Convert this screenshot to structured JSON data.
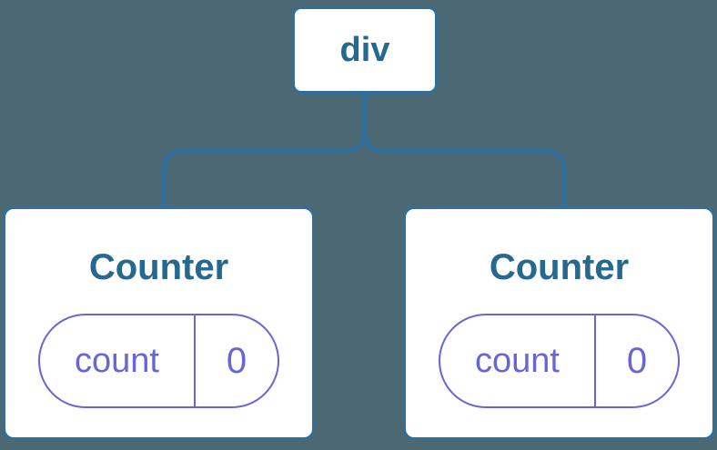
{
  "diagram": {
    "description": "component-tree",
    "root_node": {
      "label": "div"
    },
    "children": [
      {
        "title": "Counter",
        "state_key": "count",
        "state_value": "0"
      },
      {
        "title": "Counter",
        "state_key": "count",
        "state_value": "0"
      }
    ]
  },
  "colors": {
    "background": "#4C6873",
    "node-border": "#2E6F9E",
    "node-text": "#26688E",
    "state-accent": "#6765D9",
    "node-fill": "#FFFFFF"
  }
}
